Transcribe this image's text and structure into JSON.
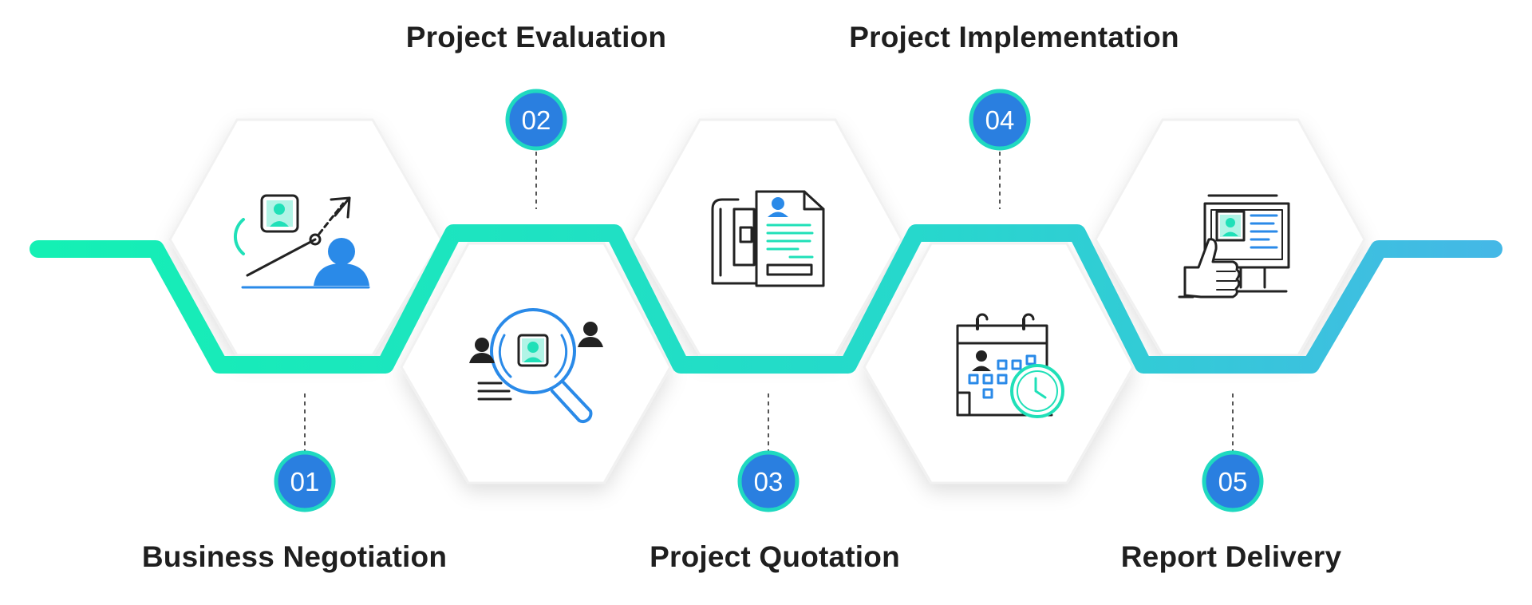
{
  "steps": [
    {
      "number": "01",
      "title": "Business Negotiation",
      "icon": "business-growth-icon"
    },
    {
      "number": "02",
      "title": "Project Evaluation",
      "icon": "magnifier-evaluation-icon"
    },
    {
      "number": "03",
      "title": "Project Quotation",
      "icon": "quotation-document-icon"
    },
    {
      "number": "04",
      "title": "Project Implementation",
      "icon": "calendar-clock-icon"
    },
    {
      "number": "05",
      "title": "Report Delivery",
      "icon": "monitor-thumbs-up-icon"
    }
  ],
  "colors": {
    "band_start": "#14f0b4",
    "band_end": "#44b8e6",
    "badge_fill": "#2a7fe0",
    "badge_ring": "#1fd9c0",
    "icon_dark": "#222222",
    "icon_blue": "#2a8ae8",
    "icon_teal": "#20e0b8",
    "hex_fill": "#ffffff",
    "text": "#1f1f1f"
  }
}
